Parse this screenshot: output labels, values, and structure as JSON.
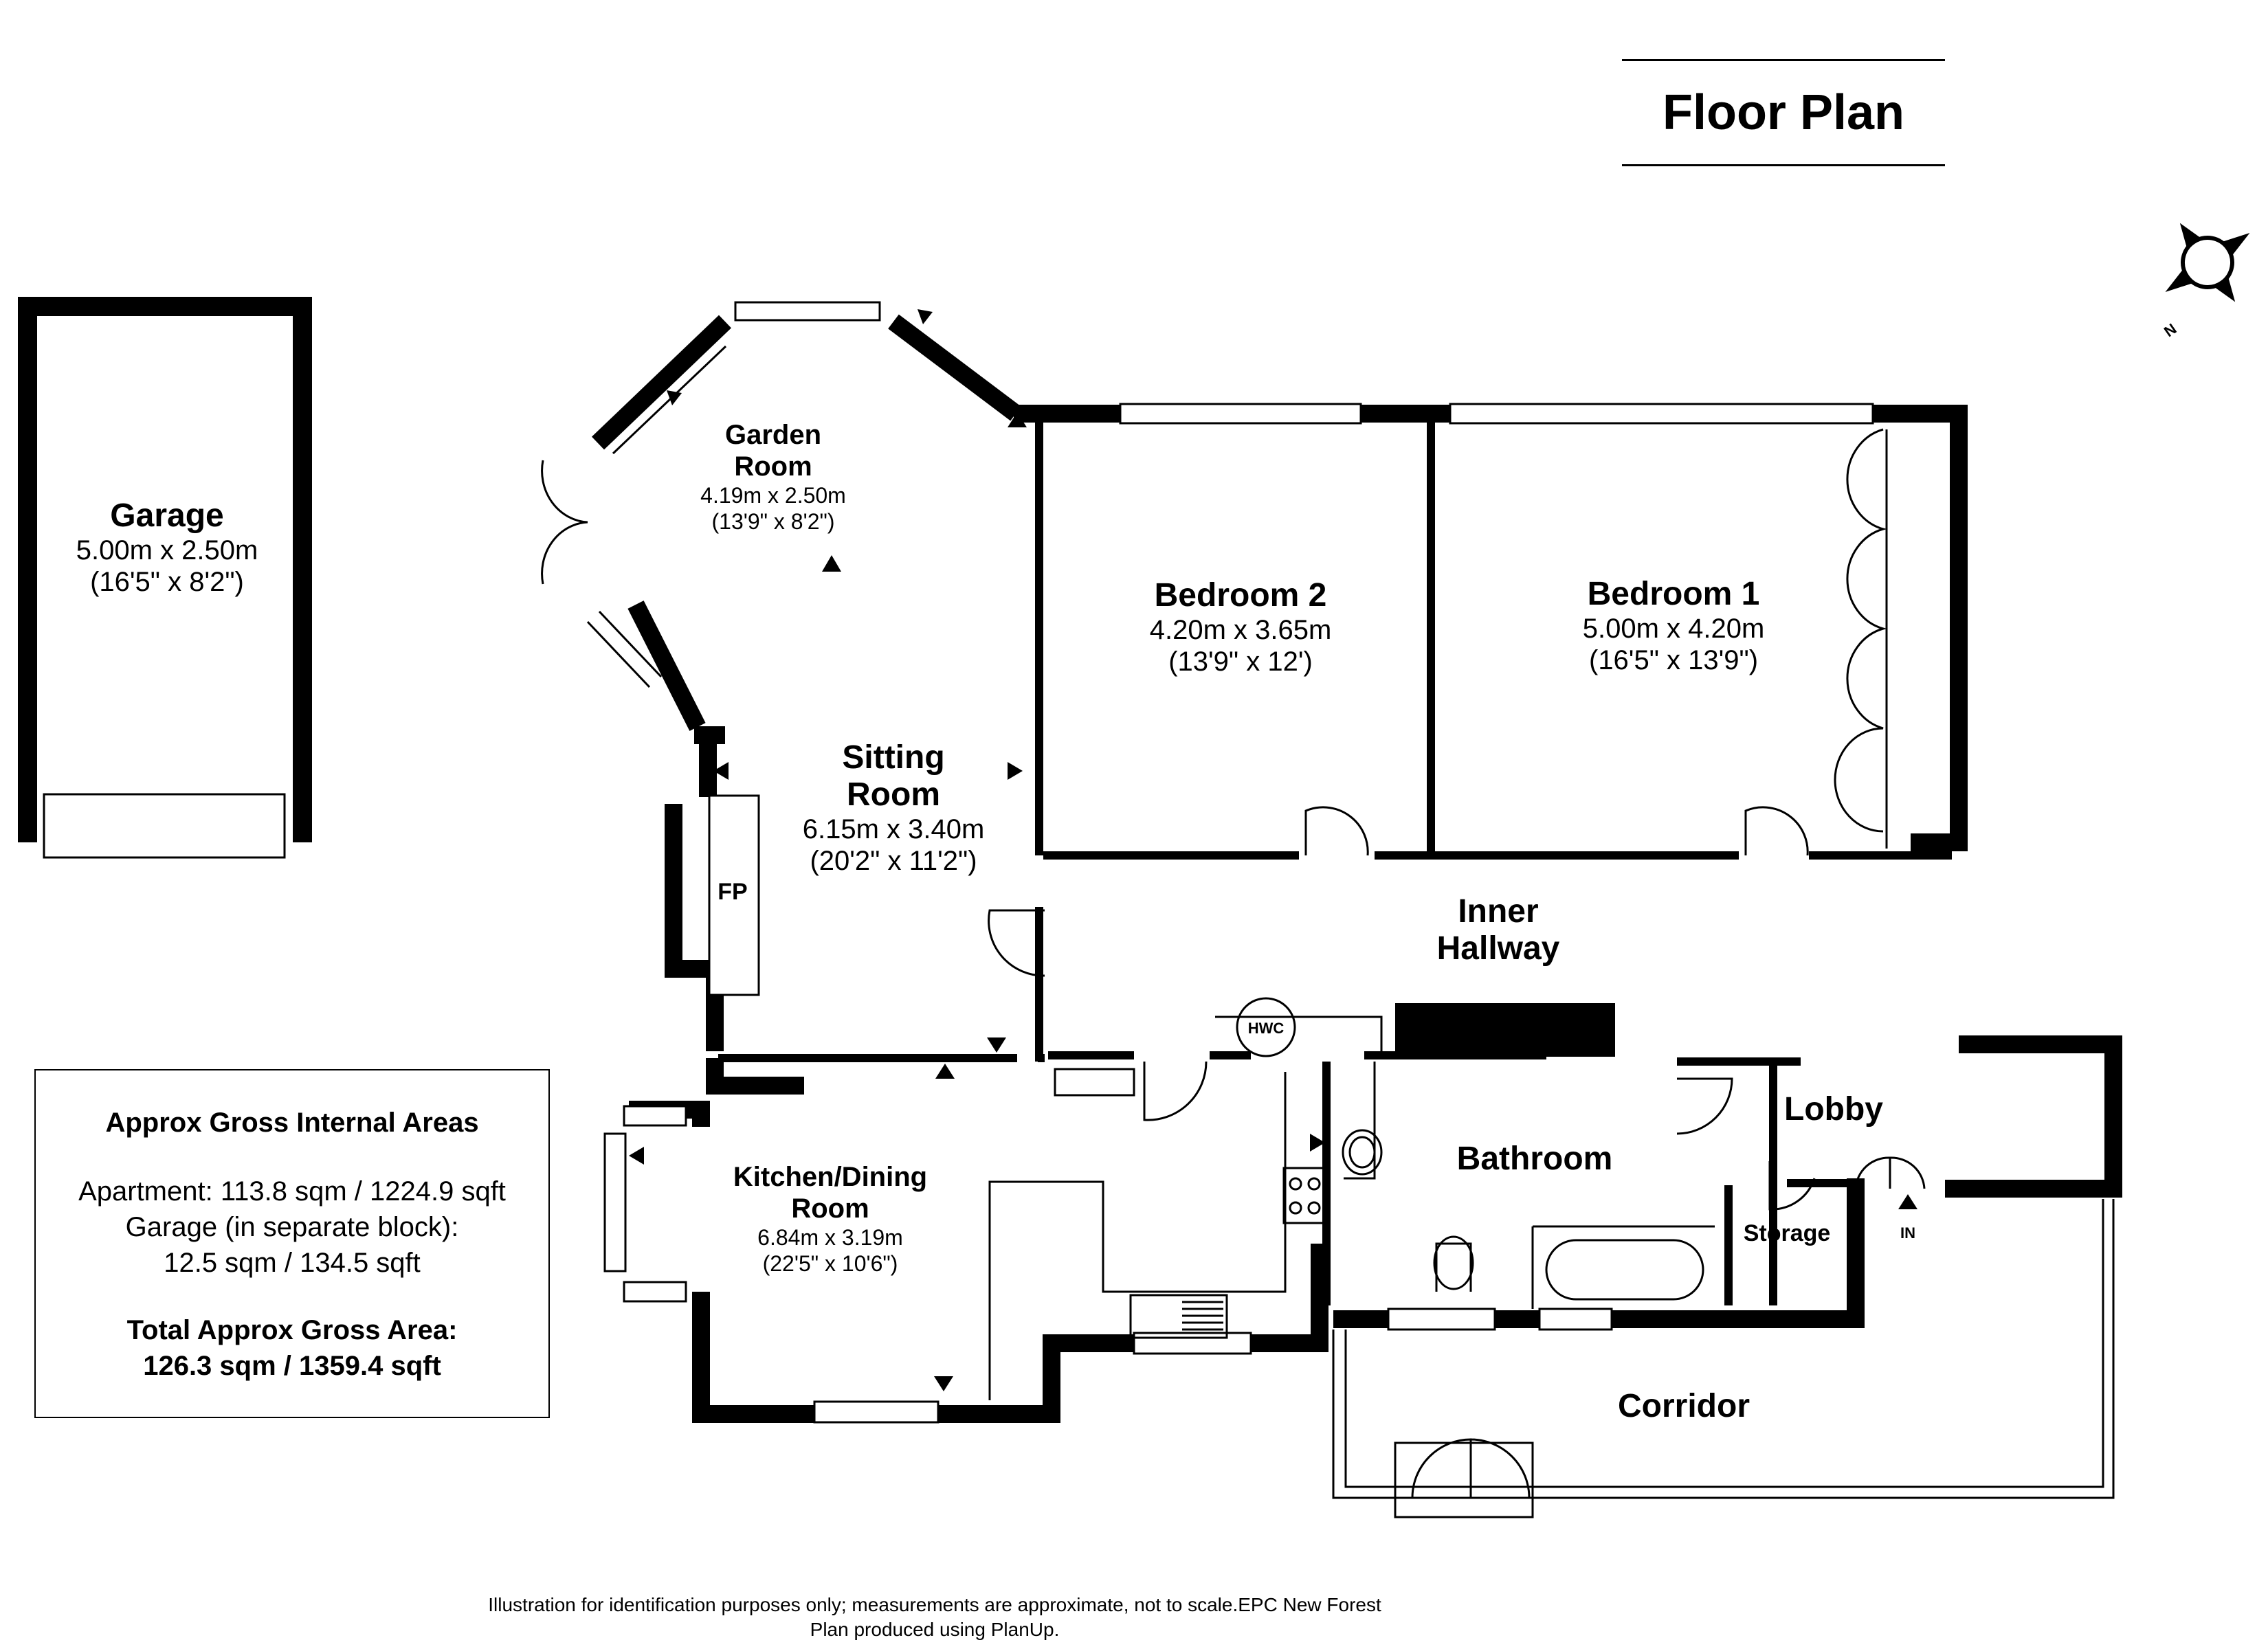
{
  "title": "Floor Plan",
  "rooms": {
    "garage": {
      "name": "Garage",
      "dim_m": "5.00m x 2.50m",
      "dim_ft": "(16'5\" x 8'2\")"
    },
    "garden": {
      "name_l1": "Garden",
      "name_l2": "Room",
      "dim_m": "4.19m x 2.50m",
      "dim_ft": "(13'9\" x 8'2\")"
    },
    "sitting": {
      "name_l1": "Sitting",
      "name_l2": "Room",
      "dim_m": "6.15m x 3.40m",
      "dim_ft": "(20'2\" x 11'2\")"
    },
    "bed2": {
      "name": "Bedroom 2",
      "dim_m": "4.20m x 3.65m",
      "dim_ft": "(13'9\" x 12')"
    },
    "bed1": {
      "name": "Bedroom 1",
      "dim_m": "5.00m x 4.20m",
      "dim_ft": "(16'5\" x 13'9\")"
    },
    "kitchen": {
      "name_l1": "Kitchen/Dining",
      "name_l2": "Room",
      "dim_m": "6.84m x 3.19m",
      "dim_ft": "(22'5\" x 10'6\")"
    },
    "hallway": {
      "name_l1": "Inner",
      "name_l2": "Hallway"
    },
    "bathroom": {
      "name": "Bathroom"
    },
    "lobby": {
      "name": "Lobby"
    },
    "storage": {
      "name": "Storage"
    },
    "corridor": {
      "name": "Corridor"
    }
  },
  "fixtures": {
    "fireplace": "FP",
    "hwc": "HWC",
    "entrance": "IN",
    "compass": "N"
  },
  "areas": {
    "heading": "Approx Gross Internal Areas",
    "apartment": "Apartment: 113.8 sqm / 1224.9 sqft",
    "garage_l1": "Garage (in separate block):",
    "garage_l2": "12.5 sqm / 134.5 sqft",
    "total_label": "Total Approx Gross Area:",
    "total_value": "126.3 sqm / 1359.4 sqft"
  },
  "footer": {
    "line1": "Illustration for identification purposes only; measurements are approximate, not to scale.EPC New Forest",
    "line2": "Plan produced using PlanUp."
  }
}
